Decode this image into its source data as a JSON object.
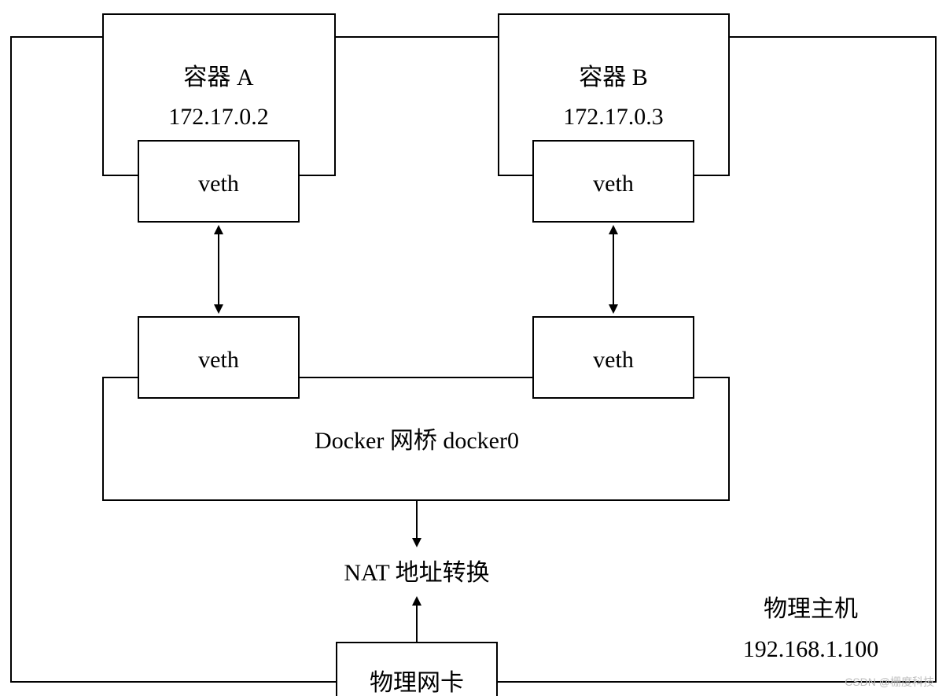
{
  "host": {
    "label": "物理主机",
    "ip": "192.168.1.100"
  },
  "container_a": {
    "label": "容器 A",
    "ip": "172.17.0.2",
    "veth_label": "veth"
  },
  "container_b": {
    "label": "容器 B",
    "ip": "172.17.0.3",
    "veth_label": "veth"
  },
  "bridge": {
    "label": "Docker 网桥 docker0",
    "veth_left_label": "veth",
    "veth_right_label": "veth"
  },
  "nat": {
    "label": "NAT 地址转换"
  },
  "nic": {
    "label": "物理网卡"
  },
  "watermark": "CSDN @栅度科技"
}
